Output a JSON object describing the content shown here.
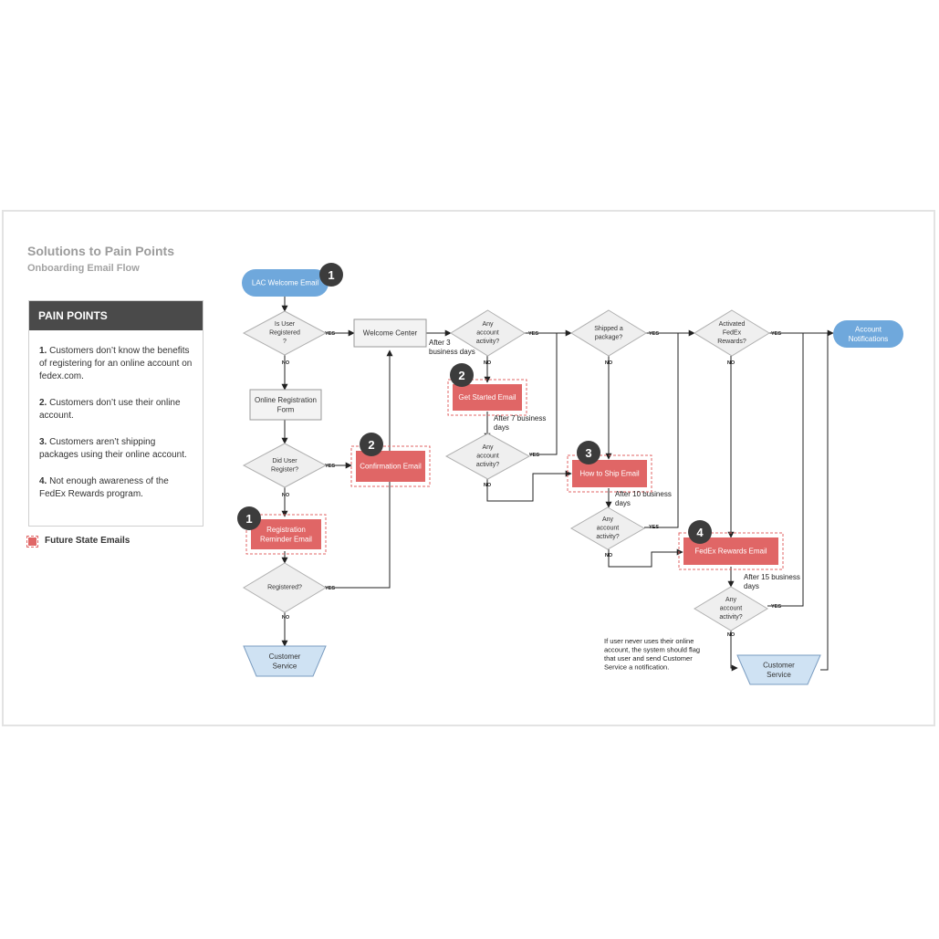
{
  "header": {
    "title": "Solutions to Pain Points",
    "subtitle": "Onboarding Email Flow"
  },
  "pain_points": {
    "heading": "PAIN POINTS",
    "items": [
      {
        "num": "1.",
        "text": "Customers don’t know the benefits of registering for an online account on fedex.com."
      },
      {
        "num": "2.",
        "text": "Customers don’t use their online account."
      },
      {
        "num": "3.",
        "text": "Customers aren’t shipping packages using their online account."
      },
      {
        "num": "4.",
        "text": "Not enough awareness of the FedEx Rewards program."
      }
    ]
  },
  "legend": {
    "label": "Future State Emails",
    "color": "#e06666"
  },
  "colors": {
    "start_end": "#6fa8dc",
    "email": "#e06666",
    "decision": "#efefef",
    "process": "#f3f3f3",
    "service": "#cfe2f3",
    "badge": "#3c3c3c"
  },
  "nodes": {
    "lac_welcome": [
      "LAC Welcome Email"
    ],
    "is_registered": [
      "Is User",
      "Registered",
      "?"
    ],
    "welcome_center": [
      "Welcome Center"
    ],
    "online_form": [
      "Online Registration",
      "Form"
    ],
    "did_register": [
      "Did User",
      "Register?"
    ],
    "confirmation": [
      "Confirmation Email"
    ],
    "reg_reminder": [
      "Registration",
      "Reminder Email"
    ],
    "registered_q": [
      "Registered?"
    ],
    "cs1": [
      "Customer",
      "Service"
    ],
    "activity1": [
      "Any",
      "account",
      "activity?"
    ],
    "get_started": [
      "Get Started Email"
    ],
    "activity2": [
      "Any",
      "account",
      "activity?"
    ],
    "shipped": [
      "Shipped a",
      "package?"
    ],
    "how_to_ship": [
      "How to Ship Email"
    ],
    "activity3": [
      "Any",
      "account",
      "activity?"
    ],
    "activated": [
      "Activated",
      "FedEx",
      "Rewards?"
    ],
    "rewards": [
      "FedEx Rewards Email"
    ],
    "activity4": [
      "Any",
      "account",
      "activity?"
    ],
    "cs2": [
      "Customer",
      "Service"
    ],
    "notifications": [
      "Account",
      "Notifications"
    ]
  },
  "badges": {
    "b1a": "1",
    "b2a": "2",
    "b1b": "1",
    "b2b": "2",
    "b3": "3",
    "b4": "4"
  },
  "edge_labels": {
    "yes": "YES",
    "no": "NO",
    "after3": [
      "After 3",
      "business days"
    ],
    "after7": [
      "After 7 business",
      "days"
    ],
    "after10": [
      "After 10 business",
      "days"
    ],
    "after15": [
      "After 15 business",
      "days"
    ]
  },
  "note": [
    "If user never uses their online",
    "account, the system should flag",
    "that user and send Customer",
    "Service a notification."
  ]
}
